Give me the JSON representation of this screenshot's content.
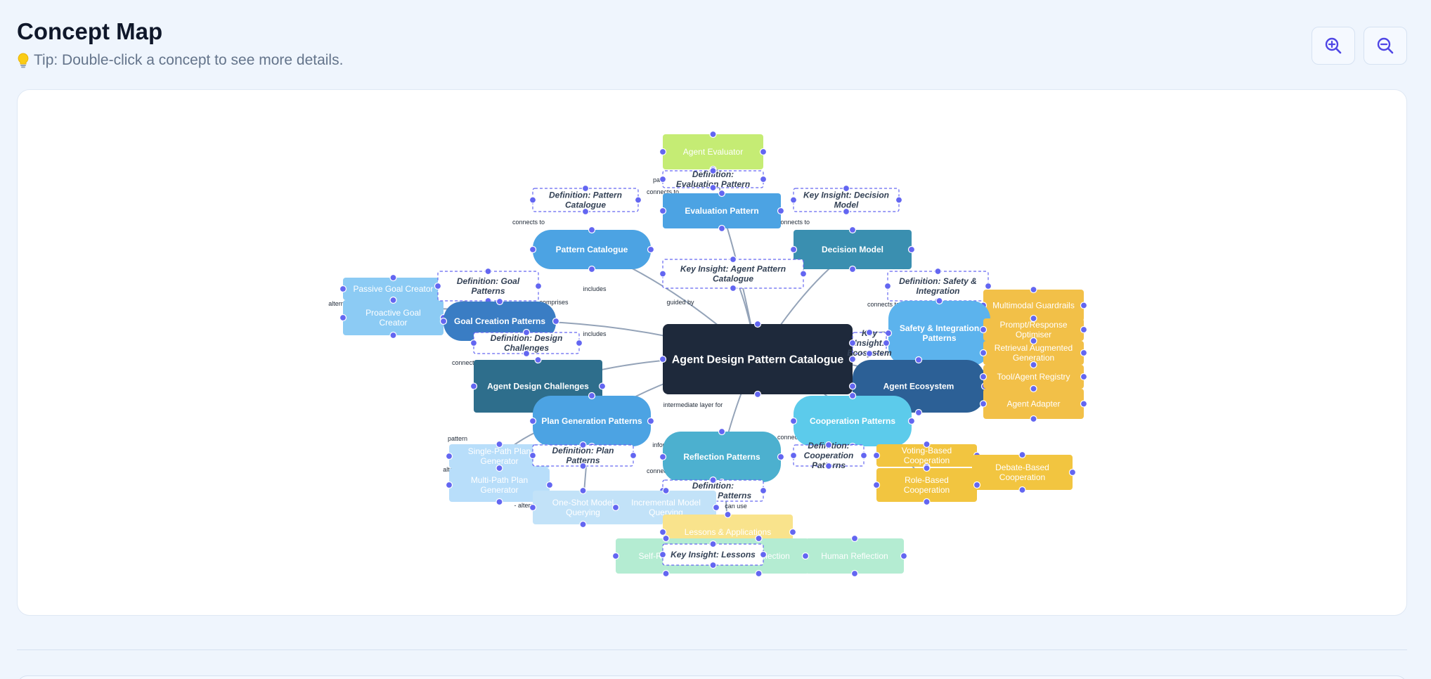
{
  "header": {
    "title": "Concept Map",
    "tip": "Tip: Double-click a concept to see more details."
  },
  "toolbar": {
    "zoom_in_icon": "zoom-in-icon",
    "zoom_out_icon": "zoom-out-icon"
  },
  "colors": {
    "background": "#eff5fd",
    "canvas": "#ffffff",
    "central": "#1e293b",
    "handle": "#6366f1",
    "edge": "#94a3b8"
  },
  "nodes": [
    {
      "id": "agent-evaluator",
      "label": "Agent Evaluator",
      "kind": "box",
      "fill": "#c5ec74",
      "text": "#ffffff"
    },
    {
      "id": "def-evaluation-pattern",
      "label": "Definition: Evaluation Pattern",
      "kind": "note"
    },
    {
      "id": "evaluation-pattern",
      "label": "Evaluation Pattern",
      "kind": "box",
      "fill": "#4ca3e3",
      "text": "#ffffff"
    },
    {
      "id": "def-pattern-catalogue",
      "label": "Definition: Pattern Catalogue",
      "kind": "note"
    },
    {
      "id": "key-insight-decision-model",
      "label": "Key Insight: Decision Model",
      "kind": "note"
    },
    {
      "id": "pattern-catalogue",
      "label": "Pattern Catalogue",
      "kind": "pill",
      "fill": "#4ca3e3",
      "text": "#ffffff"
    },
    {
      "id": "decision-model",
      "label": "Decision Model",
      "kind": "box",
      "fill": "#3a8fb0",
      "text": "#ffffff"
    },
    {
      "id": "key-insight-agent-pattern-catalogue",
      "label": "Key Insight: Agent Pattern Catalogue",
      "kind": "note"
    },
    {
      "id": "passive-goal-creator",
      "label": "Passive Goal Creator",
      "kind": "box",
      "fill": "#8ccbf4",
      "text": "#ffffff"
    },
    {
      "id": "proactive-goal-creator",
      "label": "Proactive Goal Creator",
      "kind": "box",
      "fill": "#8ccbf4",
      "text": "#ffffff"
    },
    {
      "id": "def-goal-patterns",
      "label": "Definition: Goal Patterns",
      "kind": "note"
    },
    {
      "id": "def-safety-integration",
      "label": "Definition: Safety & Integration",
      "kind": "note"
    },
    {
      "id": "goal-creation-patterns",
      "label": "Goal Creation Patterns",
      "kind": "pill",
      "fill": "#3a7dc4",
      "text": "#ffffff"
    },
    {
      "id": "multimodal-guardrails",
      "label": "Multimodal Guardrails",
      "kind": "box",
      "fill": "#f2c048",
      "text": "#ffffff"
    },
    {
      "id": "safety-integration-patterns",
      "label": "Safety & Integration Patterns",
      "kind": "pill",
      "fill": "#5cb3ed",
      "text": "#ffffff"
    },
    {
      "id": "prompt-response-optimiser",
      "label": "Prompt/Response Optimiser",
      "kind": "box",
      "fill": "#f2c048",
      "text": "#ffffff"
    },
    {
      "id": "def-design-challenges",
      "label": "Definition: Design Challenges",
      "kind": "note"
    },
    {
      "id": "agent-design-pattern-catalogue",
      "label": "Agent Design Pattern Catalogue",
      "kind": "central",
      "fill": "#1e293b",
      "text": "#ffffff"
    },
    {
      "id": "key-insight-ecosystem",
      "label": "Key Insight: Ecosystem",
      "kind": "note"
    },
    {
      "id": "retrieval-augmented-generation",
      "label": "Retrieval Augmented Generation",
      "kind": "box",
      "fill": "#f2c048",
      "text": "#ffffff"
    },
    {
      "id": "agent-design-challenges",
      "label": "Agent Design Challenges",
      "kind": "box",
      "fill": "#2e6e8c",
      "text": "#ffffff"
    },
    {
      "id": "agent-ecosystem",
      "label": "Agent Ecosystem",
      "kind": "pill",
      "fill": "#2c6096",
      "text": "#ffffff"
    },
    {
      "id": "tool-agent-registry",
      "label": "Tool/Agent Registry",
      "kind": "box",
      "fill": "#f2c048",
      "text": "#ffffff"
    },
    {
      "id": "agent-adapter",
      "label": "Agent Adapter",
      "kind": "box",
      "fill": "#f2c048",
      "text": "#ffffff"
    },
    {
      "id": "plan-generation-patterns",
      "label": "Plan Generation Patterns",
      "kind": "pill",
      "fill": "#4ca3e3",
      "text": "#ffffff"
    },
    {
      "id": "cooperation-patterns",
      "label": "Cooperation Patterns",
      "kind": "pill",
      "fill": "#5ccbeb",
      "text": "#ffffff"
    },
    {
      "id": "single-path-plan-generator",
      "label": "Single-Path Plan Generator",
      "kind": "box",
      "fill": "#b8defa",
      "text": "#ffffff"
    },
    {
      "id": "def-plan-patterns",
      "label": "Definition: Plan Patterns",
      "kind": "note"
    },
    {
      "id": "reflection-patterns",
      "label": "Reflection Patterns",
      "kind": "pill",
      "fill": "#4cb0cf",
      "text": "#ffffff"
    },
    {
      "id": "def-cooperation-patterns",
      "label": "Definition: Cooperation Patterns",
      "kind": "note"
    },
    {
      "id": "voting-based-cooperation",
      "label": "Voting-Based Cooperation",
      "kind": "box",
      "fill": "#f2c540",
      "text": "#ffffff"
    },
    {
      "id": "debate-based-cooperation",
      "label": "Debate-Based Cooperation",
      "kind": "box",
      "fill": "#f2c540",
      "text": "#ffffff"
    },
    {
      "id": "multi-path-plan-generator",
      "label": "Multi-Path Plan Generator",
      "kind": "box",
      "fill": "#b8defa",
      "text": "#ffffff"
    },
    {
      "id": "role-based-cooperation",
      "label": "Role-Based Cooperation",
      "kind": "box",
      "fill": "#f2c540",
      "text": "#ffffff"
    },
    {
      "id": "def-reflection-patterns",
      "label": "Definition: Reflection Patterns",
      "kind": "note"
    },
    {
      "id": "one-shot-model-querying",
      "label": "One-Shot Model Querying",
      "kind": "box",
      "fill": "#c2e2f8",
      "text": "#ffffff"
    },
    {
      "id": "incremental-model-querying",
      "label": "Incremental Model Querying",
      "kind": "box",
      "fill": "#c2e2f8",
      "text": "#ffffff"
    },
    {
      "id": "lessons-applications",
      "label": "Lessons & Applications",
      "kind": "box",
      "fill": "#f9e38c",
      "text": "#ffffff"
    },
    {
      "id": "self-reflection",
      "label": "Self-Reflection",
      "kind": "box",
      "fill": "#b4ecd2",
      "text": "#ffffff"
    },
    {
      "id": "cross-reflection",
      "label": "Cross-Reflection",
      "kind": "box",
      "fill": "#b4ecd2",
      "text": "#ffffff"
    },
    {
      "id": "human-reflection",
      "label": "Human Reflection",
      "kind": "box",
      "fill": "#b4ecd2",
      "text": "#ffffff"
    },
    {
      "id": "key-insight-lessons",
      "label": "Key Insight: Lessons",
      "kind": "note"
    }
  ],
  "edges": [
    {
      "from": "agent-design-pattern-catalogue",
      "to": "pattern-catalogue",
      "label": "connects to"
    },
    {
      "from": "agent-design-pattern-catalogue",
      "to": "evaluation-pattern",
      "label": "connects to"
    },
    {
      "from": "agent-design-pattern-catalogue",
      "to": "decision-model",
      "label": "connects to"
    },
    {
      "from": "agent-design-pattern-catalogue",
      "to": "goal-creation-patterns",
      "label": "includes"
    },
    {
      "from": "agent-design-pattern-catalogue",
      "to": "safety-integration-patterns",
      "label": "connects to"
    },
    {
      "from": "agent-design-pattern-catalogue",
      "to": "agent-design-challenges",
      "label": "connects to"
    },
    {
      "from": "agent-design-pattern-catalogue",
      "to": "agent-ecosystem",
      "label": ""
    },
    {
      "from": "agent-design-pattern-catalogue",
      "to": "plan-generation-patterns",
      "label": "includes"
    },
    {
      "from": "agent-design-pattern-catalogue",
      "to": "cooperation-patterns",
      "label": "intermediate layer for"
    },
    {
      "from": "agent-design-pattern-catalogue",
      "to": "reflection-patterns",
      "label": "informs"
    },
    {
      "from": "agent-design-pattern-catalogue",
      "to": "key-insight-agent-pattern-catalogue",
      "label": "guided by"
    },
    {
      "from": "evaluation-pattern",
      "to": "agent-evaluator",
      "label": "pattern"
    },
    {
      "from": "goal-creation-patterns",
      "to": "passive-goal-creator",
      "label": "alternative"
    },
    {
      "from": "goal-creation-patterns",
      "to": "proactive-goal-creator",
      "label": "comprises"
    },
    {
      "from": "plan-generation-patterns",
      "to": "single-path-plan-generator",
      "label": "pattern"
    },
    {
      "from": "plan-generation-patterns",
      "to": "multi-path-plan-generator",
      "label": "alternative"
    },
    {
      "from": "plan-generation-patterns",
      "to": "one-shot-model-querying",
      "label": "- alternative"
    },
    {
      "from": "reflection-patterns",
      "to": "self-reflection",
      "label": "connects to"
    },
    {
      "from": "reflection-patterns",
      "to": "lessons-applications",
      "label": "can use"
    },
    {
      "from": "cooperation-patterns",
      "to": "role-based-cooperation",
      "label": "connects to"
    },
    {
      "from": "safety-integration-patterns",
      "to": "multimodal-guardrails",
      "label": ""
    },
    {
      "from": "agent-ecosystem",
      "to": "tool-agent-registry",
      "label": ""
    }
  ]
}
